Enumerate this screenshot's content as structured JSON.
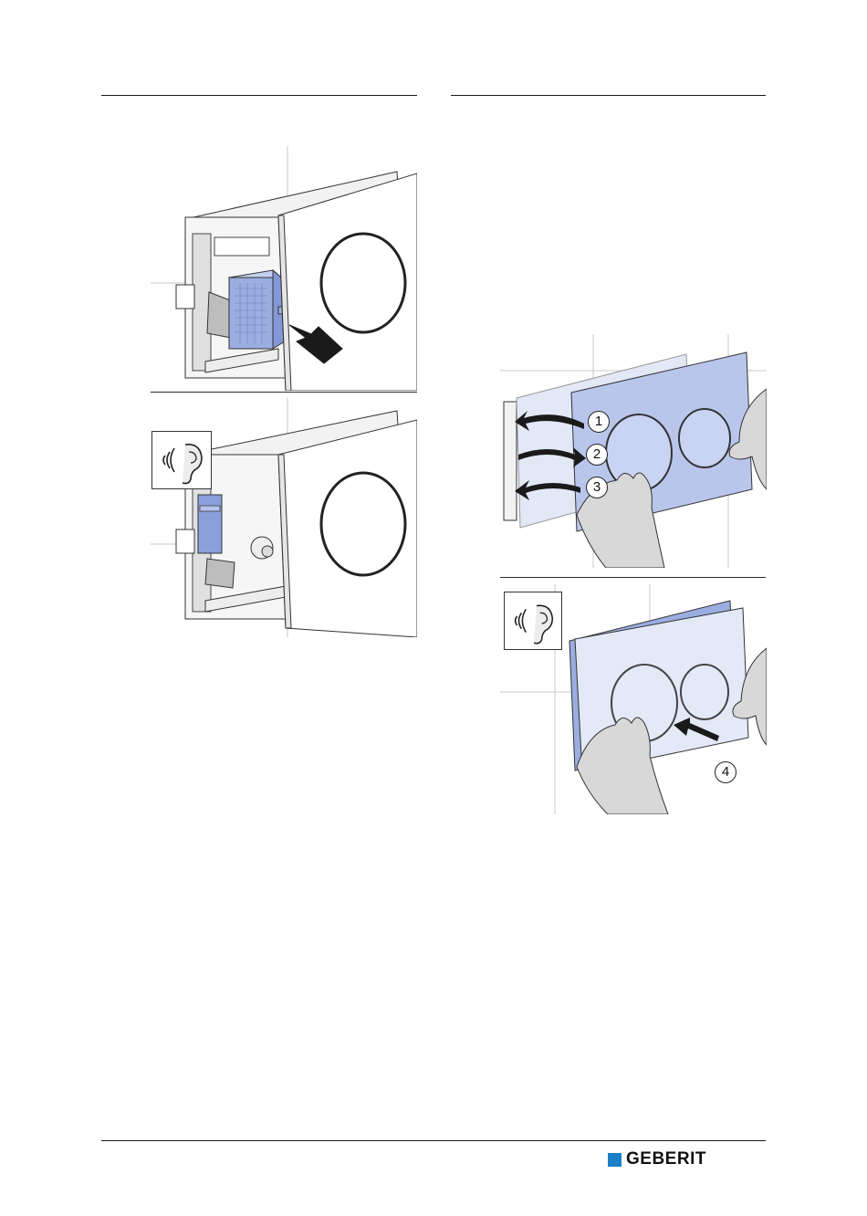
{
  "steps": {
    "one": "1",
    "two": "2",
    "three": "3",
    "four": "4"
  },
  "icons": {
    "listen": "ear-sound-icon",
    "push": "arrow-icon"
  },
  "colors": {
    "module_blue": "#9aaee0",
    "panel_blue": "#b9c6ec",
    "brand_blue": "#1a7fc8"
  },
  "footer": {
    "brand": "GEBERIT"
  }
}
